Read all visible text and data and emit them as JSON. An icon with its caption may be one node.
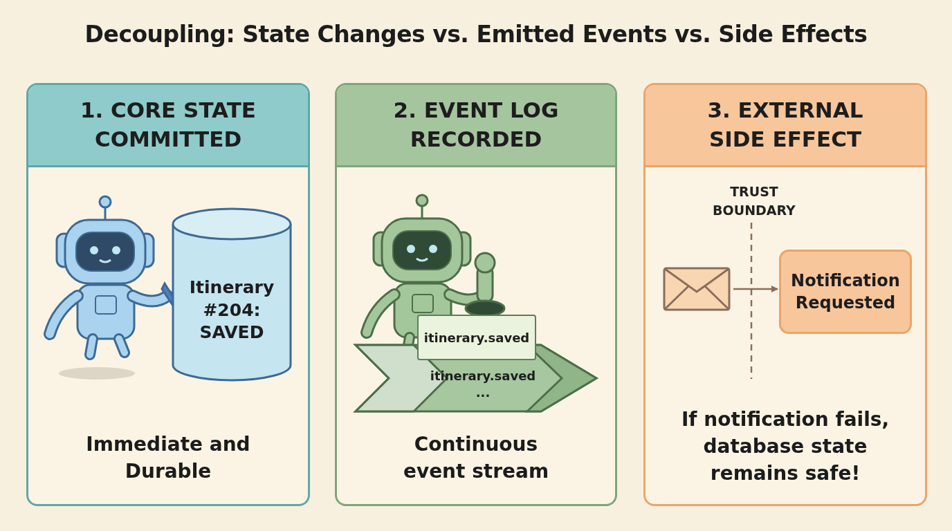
{
  "diagram": {
    "title": "Decoupling: State Changes vs. Emitted Events vs. Side Effects",
    "nodes": [
      {
        "text": [
          "1. CORE STATE COMMITTED",
          "Immediate and Durable"
        ]
      },
      {
        "text": [
          "Itinerary #204: SAVED"
        ],
        "in": 0
      },
      {
        "text": [
          "2. EVENT LOG RECORDED",
          "Continuous event stream"
        ]
      },
      {
        "text": [
          "itinerary.saved"
        ],
        "in": 2
      },
      {
        "text": [
          "itinerary.saved",
          "..."
        ],
        "in": 2
      },
      {
        "text": [
          "3. EXTERNAL SIDE EFFECT",
          "If notification fails, database state remains safe!"
        ]
      },
      {
        "text": [],
        "shape": "envelope",
        "in": 5
      },
      {
        "text": [
          "Notification Requested"
        ],
        "in": 5
      }
    ],
    "edges": [
      {
        "from": 6,
        "to": 7,
        "arrow": "to",
        "color": "#8a6e5a"
      }
    ],
    "labels": [
      "TRUST BOUNDARY"
    ]
  }
}
